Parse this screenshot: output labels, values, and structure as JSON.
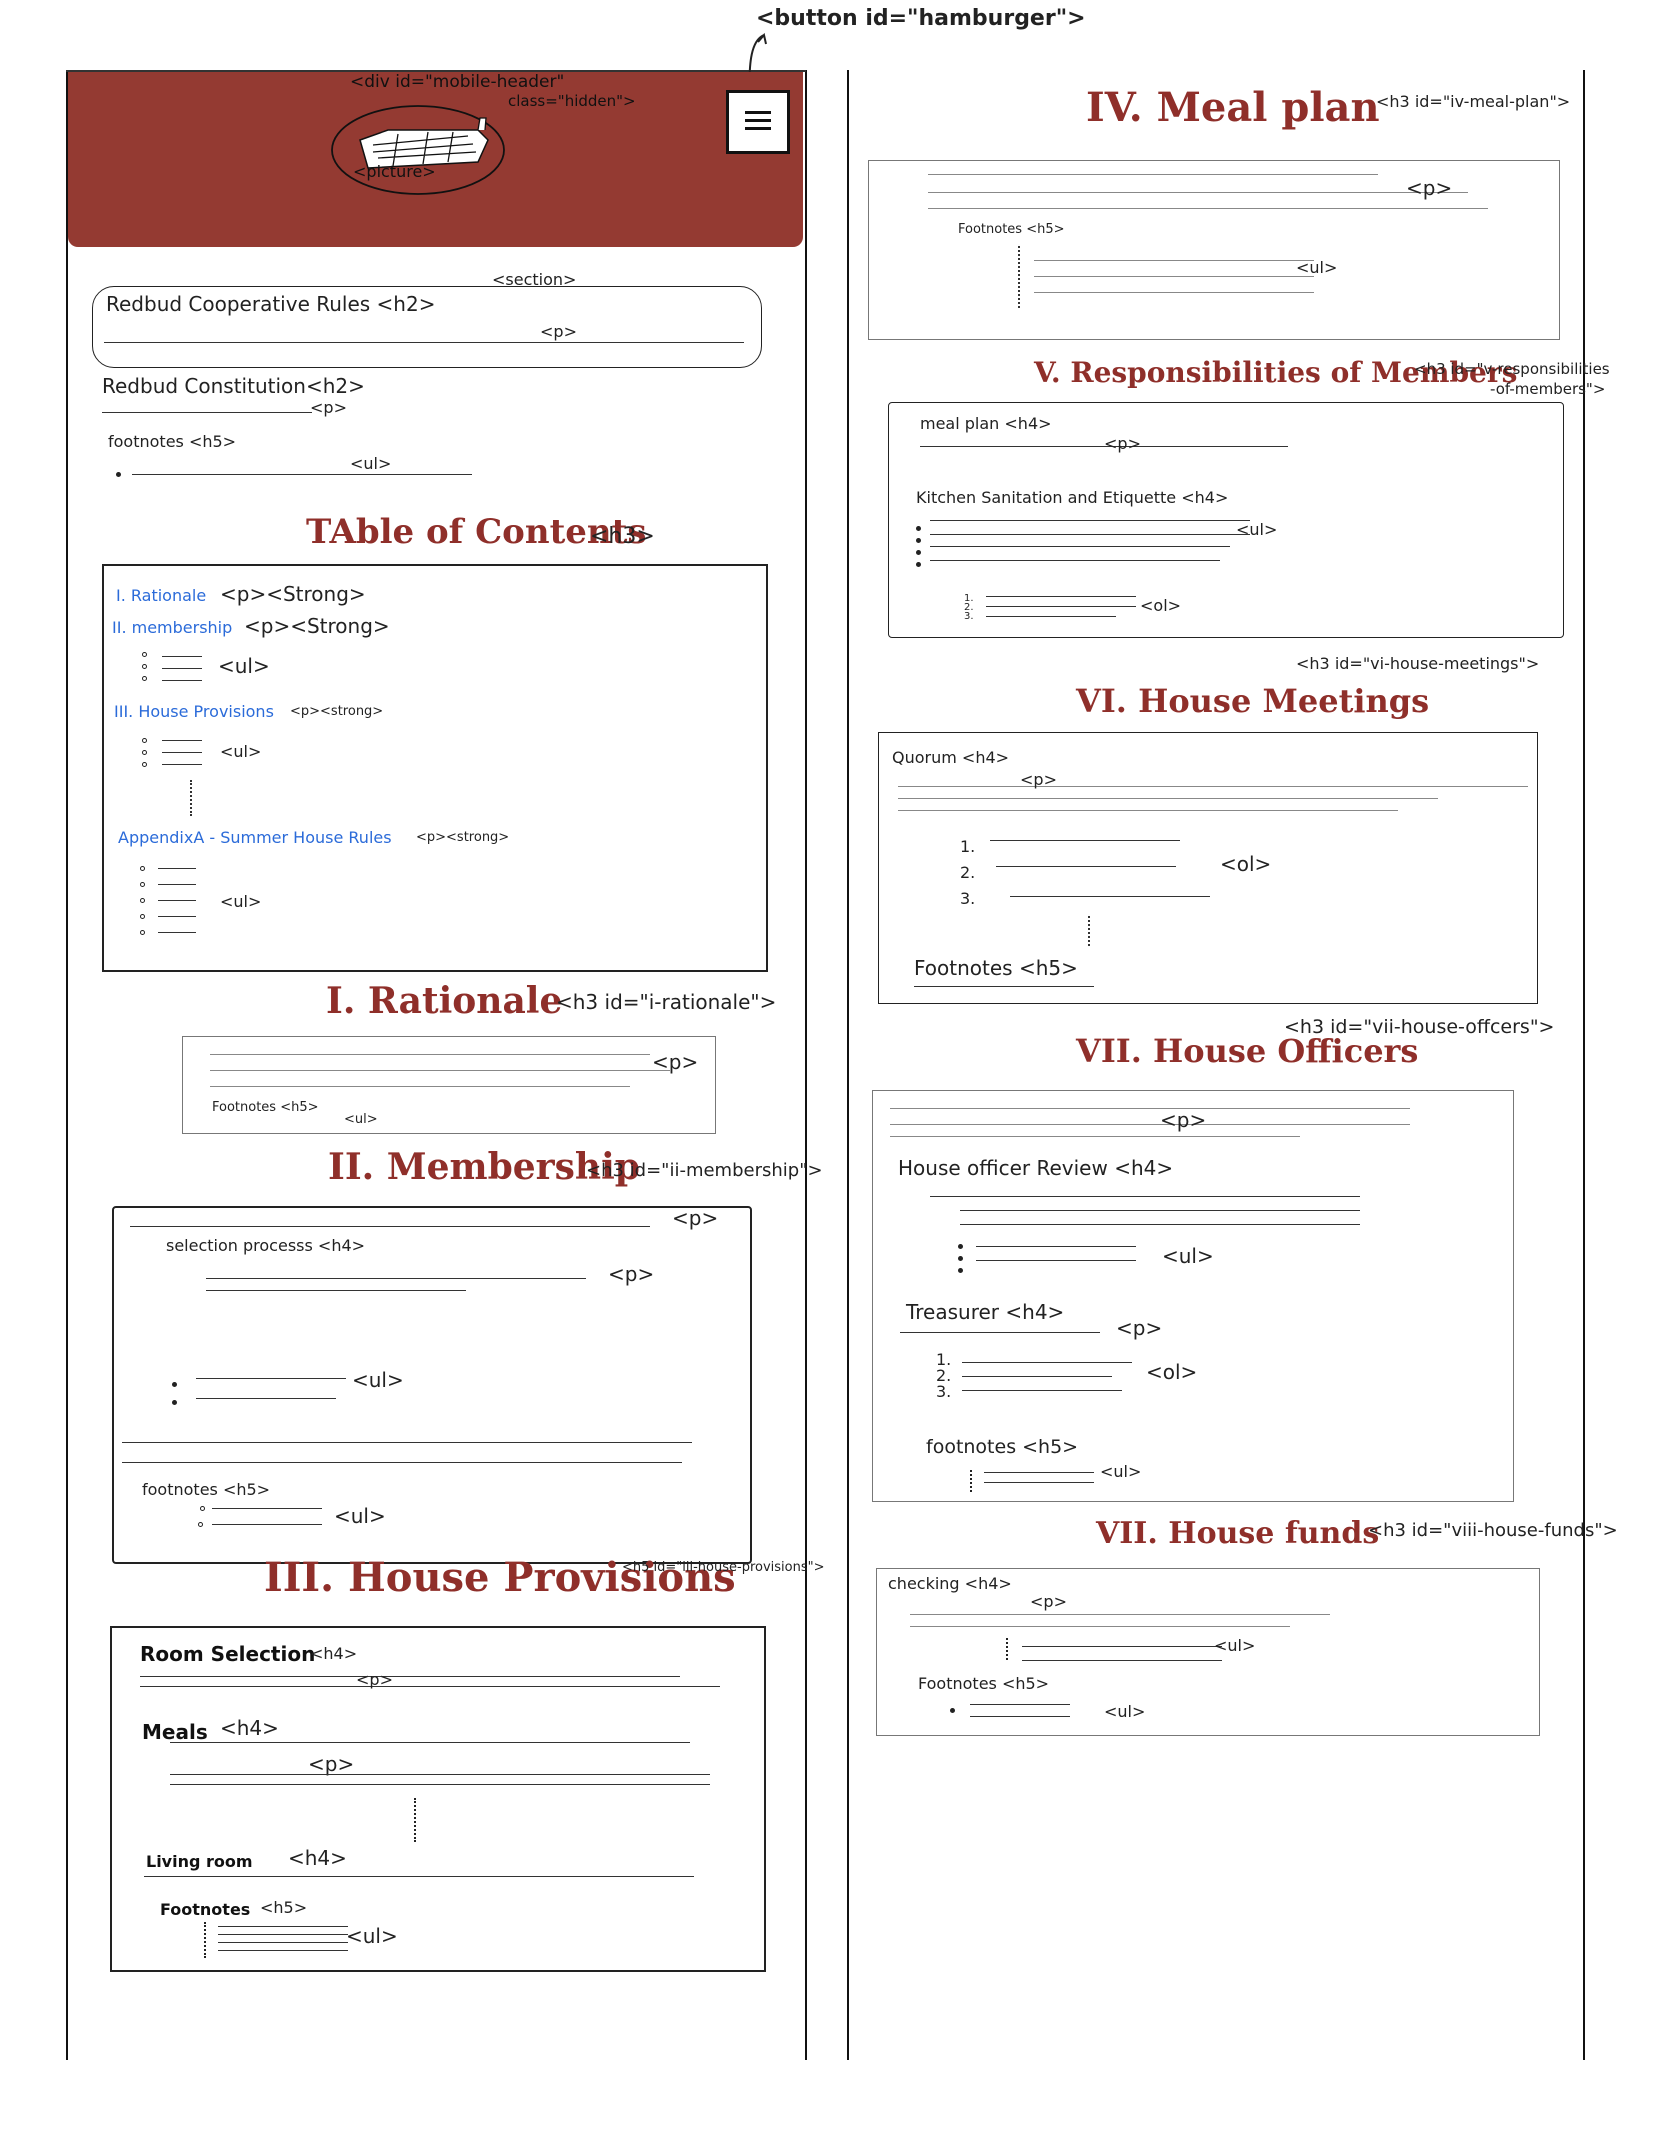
{
  "colors": {
    "header_red": "#943a32",
    "heading_red": "#8f2f2a",
    "link_blue": "#2b6bd9"
  },
  "top": {
    "hamburger_annotation": "<button id=\"hamburger\">"
  },
  "mobile_header": {
    "div_label": "<div id=\"mobile-header\"",
    "class_label": "class=\"hidden\">",
    "picture_label": "<picture>",
    "hamburger_icon": "hamburger-menu-icon"
  },
  "col1": {
    "section_label": "<section>",
    "rules_title": "Redbud Cooperative Rules <h2>",
    "rules_p": "<p>",
    "constitution_title": "Redbud Constitution<h2>",
    "constitution_p": "<p>",
    "footnotes": "footnotes <h5>",
    "footnotes_ul": "<ul>",
    "toc_heading": "TAble of Contents",
    "toc_heading_tag": "<h3>",
    "toc": {
      "i_rationale": "I. Rationale",
      "i_tags": "<p><Strong>",
      "ii_membership": "II. membership",
      "ii_tags": "<p><Strong>",
      "ii_ul": "<ul>",
      "iii_house": "III. House Provisions",
      "iii_tags": "<p><strong>",
      "iii_ul": "<ul>",
      "appendix": "AppendixA - Summer House Rules",
      "appendix_tags": "<p><strong>",
      "appendix_ul": "<ul>"
    },
    "rationale_heading": "I. Rationale",
    "rationale_tag": "<h3 id=\"i-rationale\">",
    "rationale_p": "<p>",
    "rationale_footnotes": "Footnotes <h5>",
    "rationale_ul": "<ul>",
    "membership_heading": "II. Membership",
    "membership_tag": "<h3 id=\"ii-membership\">",
    "membership_p1": "<p>",
    "selection_process": "selection processs <h4>",
    "membership_p2": "<p>",
    "membership_ul": "<ul>",
    "membership_footnotes": "footnotes <h5>",
    "membership_ul2": "<ul>",
    "provisions_heading": "III. House Provisions",
    "provisions_tag": "<h5 id=\"iii-house-provisions\">",
    "room_selection": "Room Selection",
    "room_selection_tag": "<h4>",
    "room_p": "<p>",
    "meals": "Meals",
    "meals_tag": "<h4>",
    "meals_p": "<p>",
    "living_room": "Living room",
    "living_room_tag": "<h4>",
    "prov_footnotes": "Footnotes",
    "prov_footnotes_tag": "<h5>",
    "prov_ul": "<ul>"
  },
  "col2": {
    "meal_plan_heading": "IV. Meal plan",
    "meal_plan_tag": "<h3 id=\"iv-meal-plan\">",
    "meal_plan_p": "<p>",
    "meal_plan_footnotes": "Footnotes <h5>",
    "meal_plan_ul": "<ul>",
    "resp_heading": "V. Responsibilities of Members",
    "resp_tag": "<h3 id=\"v-responsibilities",
    "resp_tag2": "-of-members\">",
    "resp_meal_plan": "meal plan <h4>",
    "resp_p": "<p>",
    "kitchen": "Kitchen Sanitation and Etiquette <h4>",
    "kitchen_ul": "<ul>",
    "kitchen_ol": "<ol>",
    "meetings_tag": "<h3 id=\"vi-house-meetings\">",
    "meetings_heading": "VI. House Meetings",
    "quorum": "Quorum <h4>",
    "quorum_p": "<p>",
    "quorum_ol": "<ol>",
    "meetings_footnotes": "Footnotes <h5>",
    "officers_heading": "VII. House Officers",
    "officers_tag": "<h3 id=\"vii-house-offcers\">",
    "officers_p": "<p>",
    "officer_review": "House officer Review <h4>",
    "officer_review_ul": "<ul>",
    "treasurer": "Treasurer <h4>",
    "treasurer_p": "<p>",
    "treasurer_ol": "<ol>",
    "officers_footnotes": "footnotes <h5>",
    "officers_ul": "<ul>",
    "funds_heading": "VII. House funds",
    "funds_tag": "<h3 id=\"viii-house-funds\">",
    "checking": "checking <h4>",
    "checking_p": "<p>",
    "checking_ul": "<ul>",
    "funds_footnotes": "Footnotes <h5>",
    "funds_ul": "<ul>"
  }
}
